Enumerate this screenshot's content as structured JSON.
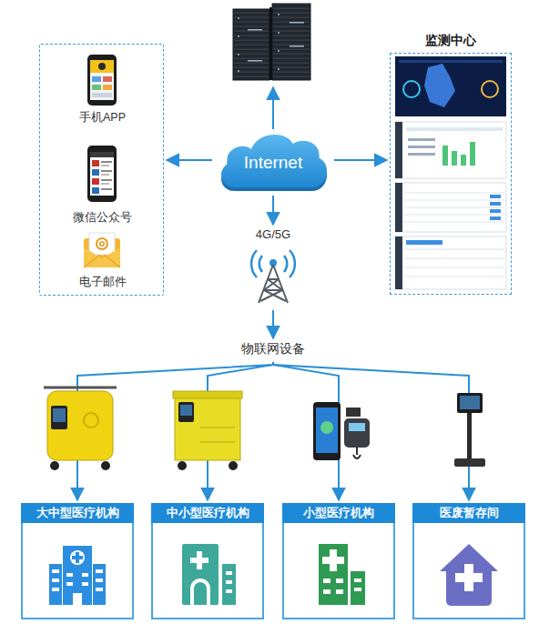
{
  "diagram": {
    "nodes": [
      {
        "text": []
      },
      {
        "text": [
          "手机APP"
        ],
        "in": 0
      },
      {
        "text": [
          "微信公众号"
        ],
        "in": 0
      },
      {
        "text": [
          "电子邮件"
        ],
        "in": 0
      },
      {
        "text": [
          "监测中心"
        ]
      },
      {
        "text": [
          "Internet"
        ]
      },
      {
        "text": [
          "4G/5G"
        ]
      },
      {
        "text": [
          "物联网设备"
        ]
      },
      {
        "text": [
          "大中型医疗机构"
        ]
      },
      {
        "text": [
          "中小型医疗机构"
        ]
      },
      {
        "text": [
          "小型医疗机构"
        ]
      },
      {
        "text": [
          "医废暂存间"
        ]
      }
    ],
    "edges": [
      {
        "from": 5,
        "to": 0,
        "arrow": "to"
      },
      {
        "from": 5,
        "to": 4,
        "arrow": "to"
      },
      {
        "from": 5,
        "to": 6,
        "arrow": "to"
      },
      {
        "from": 6,
        "to": 7,
        "arrow": "to"
      },
      {
        "from": 7,
        "to": 8,
        "arrow": "to"
      },
      {
        "from": 7,
        "to": 9,
        "arrow": "to"
      },
      {
        "from": 7,
        "to": 10,
        "arrow": "to"
      },
      {
        "from": 7,
        "to": 11,
        "arrow": "to"
      }
    ]
  }
}
